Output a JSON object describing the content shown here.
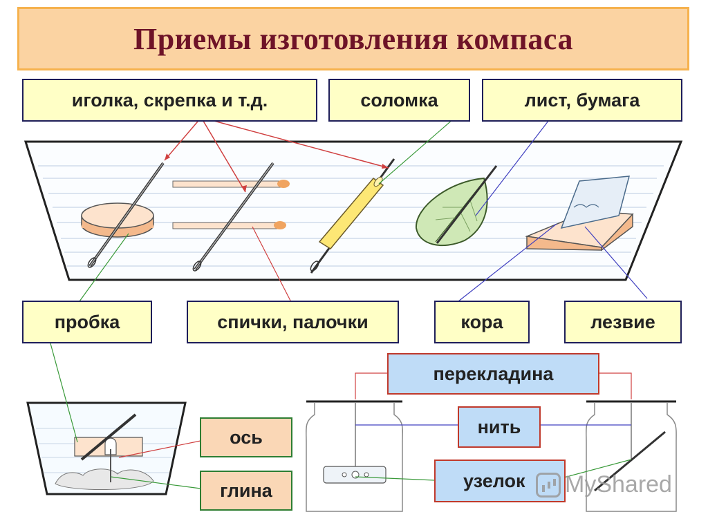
{
  "title": "Приемы изготовления компаса",
  "labels": {
    "needle": "иголка, скрепка и т.д.",
    "straw": "соломка",
    "leaf": "лист, бумага",
    "cork": "пробка",
    "matches": "спички, палочки",
    "bark": "кора",
    "blade": "лезвие",
    "axis": "ось",
    "clay": "глина",
    "crossbar": "перекладина",
    "thread": "нить",
    "knot": "узелок"
  },
  "watermark": "MyShared",
  "colors": {
    "title_bg": "#fbd3a2",
    "title_border": "#f6b24e",
    "title_text": "#6e1328",
    "label_yellow": "#ffffc6",
    "label_peach": "#fad7b6",
    "label_blue": "#bfdcf7",
    "line_red": "#d04040",
    "line_green": "#3a9a3a",
    "line_blue": "#4040c0"
  }
}
